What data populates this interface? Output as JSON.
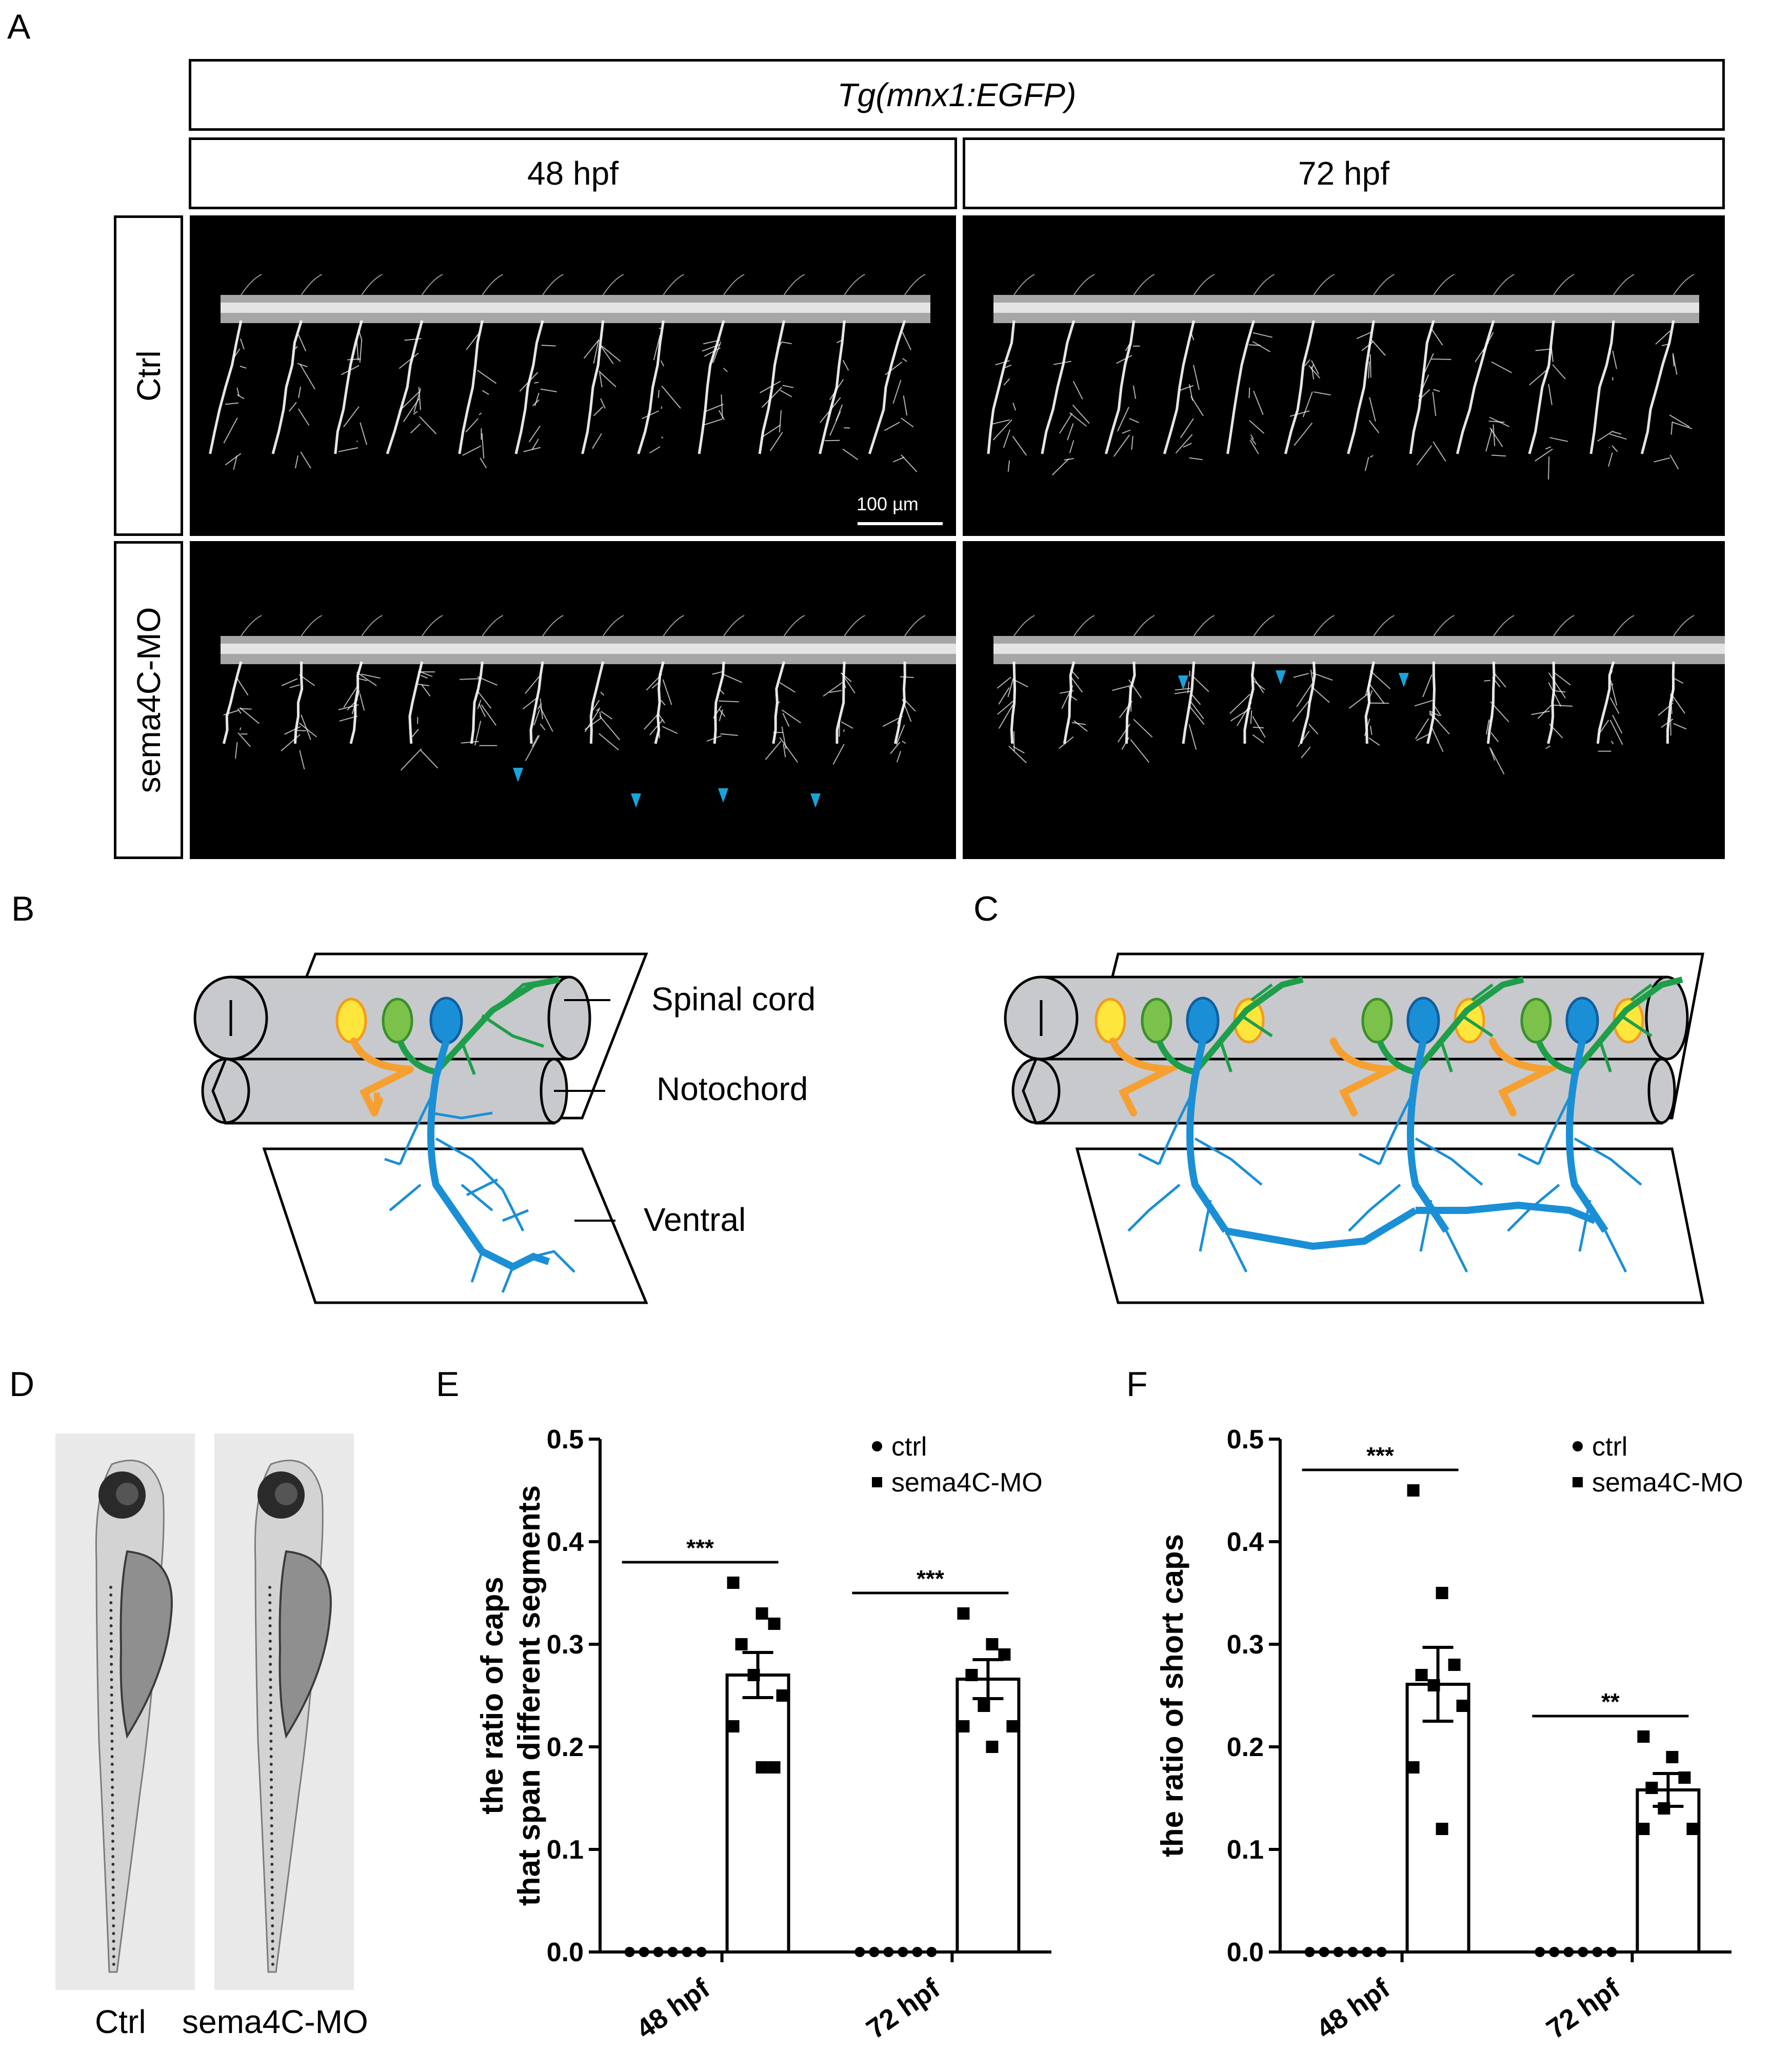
{
  "panels": {
    "A": "A",
    "B": "B",
    "C": "C",
    "D": "D",
    "E": "E",
    "F": "F"
  },
  "panel_a": {
    "header": "Tg(mnx1:EGFP)",
    "col_labels": [
      "48 hpf",
      "72 hpf"
    ],
    "row_labels": [
      "Ctrl",
      "sema4C-MO"
    ],
    "scale_bar": "100 µm",
    "colors": {
      "arrowhead": "#1aa3d9",
      "signal": "#ffffff"
    }
  },
  "panel_b": {
    "labels": [
      "Spinal cord",
      "Notochord",
      "Ventral"
    ]
  },
  "panel_d": {
    "labels": [
      "Ctrl",
      "sema4C-MO"
    ]
  },
  "chart_data": [
    {
      "type": "bar",
      "panel": "E",
      "ylabel_line1": "the ratio of caps",
      "ylabel_line2": "that span different segments",
      "ylim": [
        0,
        0.5
      ],
      "yticks": [
        "0.0",
        "0.1",
        "0.2",
        "0.3",
        "0.4",
        "0.5"
      ],
      "categories": [
        "48 hpf",
        "72 hpf"
      ],
      "legend": [
        "ctrl",
        "sema4C-MO"
      ],
      "series": [
        {
          "name": "ctrl",
          "values": [
            0.0,
            0.0
          ],
          "points": [
            [
              0,
              0,
              0,
              0,
              0,
              0
            ],
            [
              0,
              0,
              0,
              0,
              0,
              0
            ]
          ]
        },
        {
          "name": "sema4C-MO",
          "values": [
            0.27,
            0.266
          ],
          "sem": [
            0.022,
            0.019
          ],
          "points": [
            [
              0.36,
              0.33,
              0.32,
              0.3,
              0.27,
              0.25,
              0.22,
              0.18,
              0.18
            ],
            [
              0.33,
              0.3,
              0.29,
              0.27,
              0.24,
              0.22,
              0.22,
              0.2
            ]
          ]
        }
      ],
      "significance": [
        "***",
        "***"
      ]
    },
    {
      "type": "bar",
      "panel": "F",
      "ylabel_line1": "the ratio of short caps",
      "ylim": [
        0,
        0.5
      ],
      "yticks": [
        "0.0",
        "0.1",
        "0.2",
        "0.3",
        "0.4",
        "0.5"
      ],
      "categories": [
        "48 hpf",
        "72 hpf"
      ],
      "legend": [
        "ctrl",
        "sema4C-MO"
      ],
      "series": [
        {
          "name": "ctrl",
          "values": [
            0.0,
            0.0
          ],
          "points": [
            [
              0,
              0,
              0,
              0,
              0,
              0
            ],
            [
              0,
              0,
              0,
              0,
              0,
              0
            ]
          ]
        },
        {
          "name": "sema4C-MO",
          "values": [
            0.261,
            0.158
          ],
          "sem": [
            0.036,
            0.016
          ],
          "points": [
            [
              0.45,
              0.35,
              0.28,
              0.27,
              0.26,
              0.24,
              0.18,
              0.12
            ],
            [
              0.21,
              0.19,
              0.17,
              0.16,
              0.14,
              0.12,
              0.12
            ]
          ]
        }
      ],
      "significance": [
        "***",
        "**"
      ]
    }
  ]
}
